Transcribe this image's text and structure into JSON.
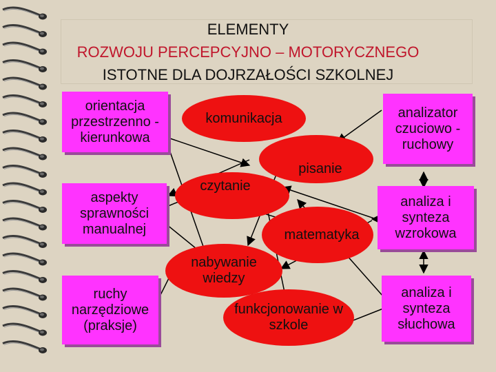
{
  "title": {
    "line1": "ELEMENTY",
    "line2": "ROZWOJU PERCEPCYJNO – MOTORYCZNEGO",
    "line3": "ISTOTNE DLA DOJRZAŁOŚCI SZKOLNEJ"
  },
  "left_boxes": {
    "orientation": "orientacja przestrzenno - kierunkowa",
    "manual": "aspekty sprawności manualnej",
    "praxis": "ruchy narzędziowe (praksje)"
  },
  "right_boxes": {
    "tactile": "analizator czuciowo - ruchowy",
    "visual": "analiza i synteza wzrokowa",
    "auditory": "analiza i synteza słuchowa"
  },
  "ovals": {
    "communication": "komunikacja",
    "writing": "pisanie",
    "reading": "czytanie",
    "math": "matematyka",
    "knowledge": "nabywanie wiedzy",
    "school": "funkcjonowanie w szkole"
  },
  "colors": {
    "box_fill": "#ff33ff",
    "oval_fill": "#ee1111",
    "subtitle": "#c0162c",
    "background": "#ddd4c2"
  },
  "icons": {
    "binding": "spiral-binding-icon"
  }
}
